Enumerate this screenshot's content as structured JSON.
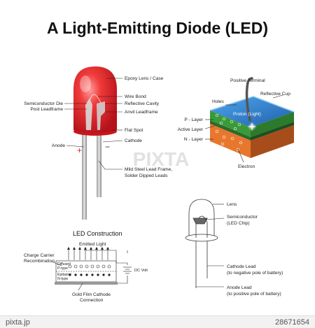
{
  "title": "A Light-Emitting Diode (LED)",
  "led_labels": {
    "epoxy_lens": "Epoxy Lens / Case",
    "wire_bond": "Wire Bond",
    "reflective_cavity": "Reflective Cavity",
    "semiconductor_die": "Semiconductor Die",
    "post_leadframe": "Post Leadframe",
    "anvil_leadframe": "Anvil Leadframe",
    "flat_spot": "Flat Spot",
    "anode": "Anode",
    "cathode": "Cathode",
    "mild_steel_1": "Mild Steel Lead Frame,",
    "mild_steel_2": "Solder Dipped Leads",
    "plus": "+",
    "minus": "−"
  },
  "chip_labels": {
    "positive_terminal": "Positive Terminal",
    "holes": "Holes",
    "reflective_cup": "Reflective Cup",
    "proton": "Proton (Light)",
    "p_layer": "P - Layer",
    "active_layer": "Active Layer",
    "n_layer": "N - Layer",
    "electron": "Electron"
  },
  "construction": {
    "heading": "LED  Construction",
    "emitted_light": "Emitted Light",
    "charge_carrier_1": "Charge Carrier",
    "charge_carrier_2": "Recombination",
    "diffused_1": "Diffused",
    "diffused_2": "P-type",
    "epitaxial_1": "Epitaxial",
    "epitaxial_2": "N-type",
    "gold_film_1": "Gold Film Cathode",
    "gold_film_2": "Connection",
    "dc_volt": "DC Volt"
  },
  "schematic_labels": {
    "lens": "Lens",
    "semiconductor_1": "Semiconductor",
    "semiconductor_2": "(LED Chip)",
    "cathode_lead_1": "Cathode Lead",
    "cathode_lead_2": "(to negative pole of battery)",
    "anode_lead_1": "Anode Lead",
    "anode_lead_2": "(to positive pole of battery)"
  },
  "watermark": "PIXTA",
  "footer": {
    "brand": "pixta.jp",
    "id": "28671654"
  },
  "colors": {
    "led_red": "#e41e26",
    "p_layer": "#3a9a3a",
    "n_layer": "#e8772e",
    "chip_top": "#2a7fd0"
  }
}
